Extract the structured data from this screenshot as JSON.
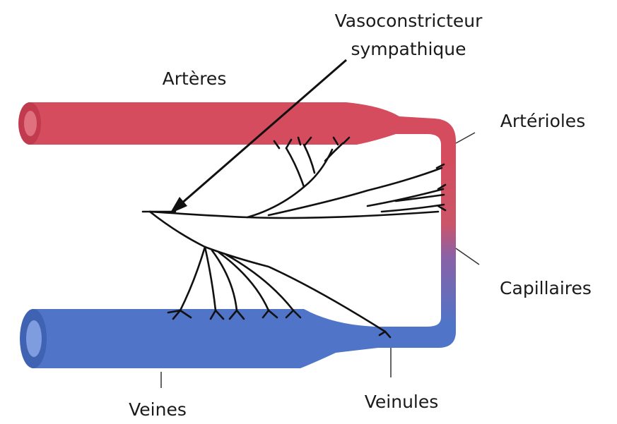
{
  "labels": {
    "vasoconstrictor_line1": "Vasoconstricteur",
    "vasoconstrictor_line2": "sympathique",
    "arteries": "Artères",
    "arterioles": "Artérioles",
    "capillaries": "Capillaires",
    "veins": "Veines",
    "venules": "Veinules"
  },
  "colors": {
    "artery": "#d44c5e",
    "artery_dark": "#c23a4d",
    "vein": "#4f74c8",
    "vein_dark": "#3f62b3",
    "nerve": "#111111"
  }
}
